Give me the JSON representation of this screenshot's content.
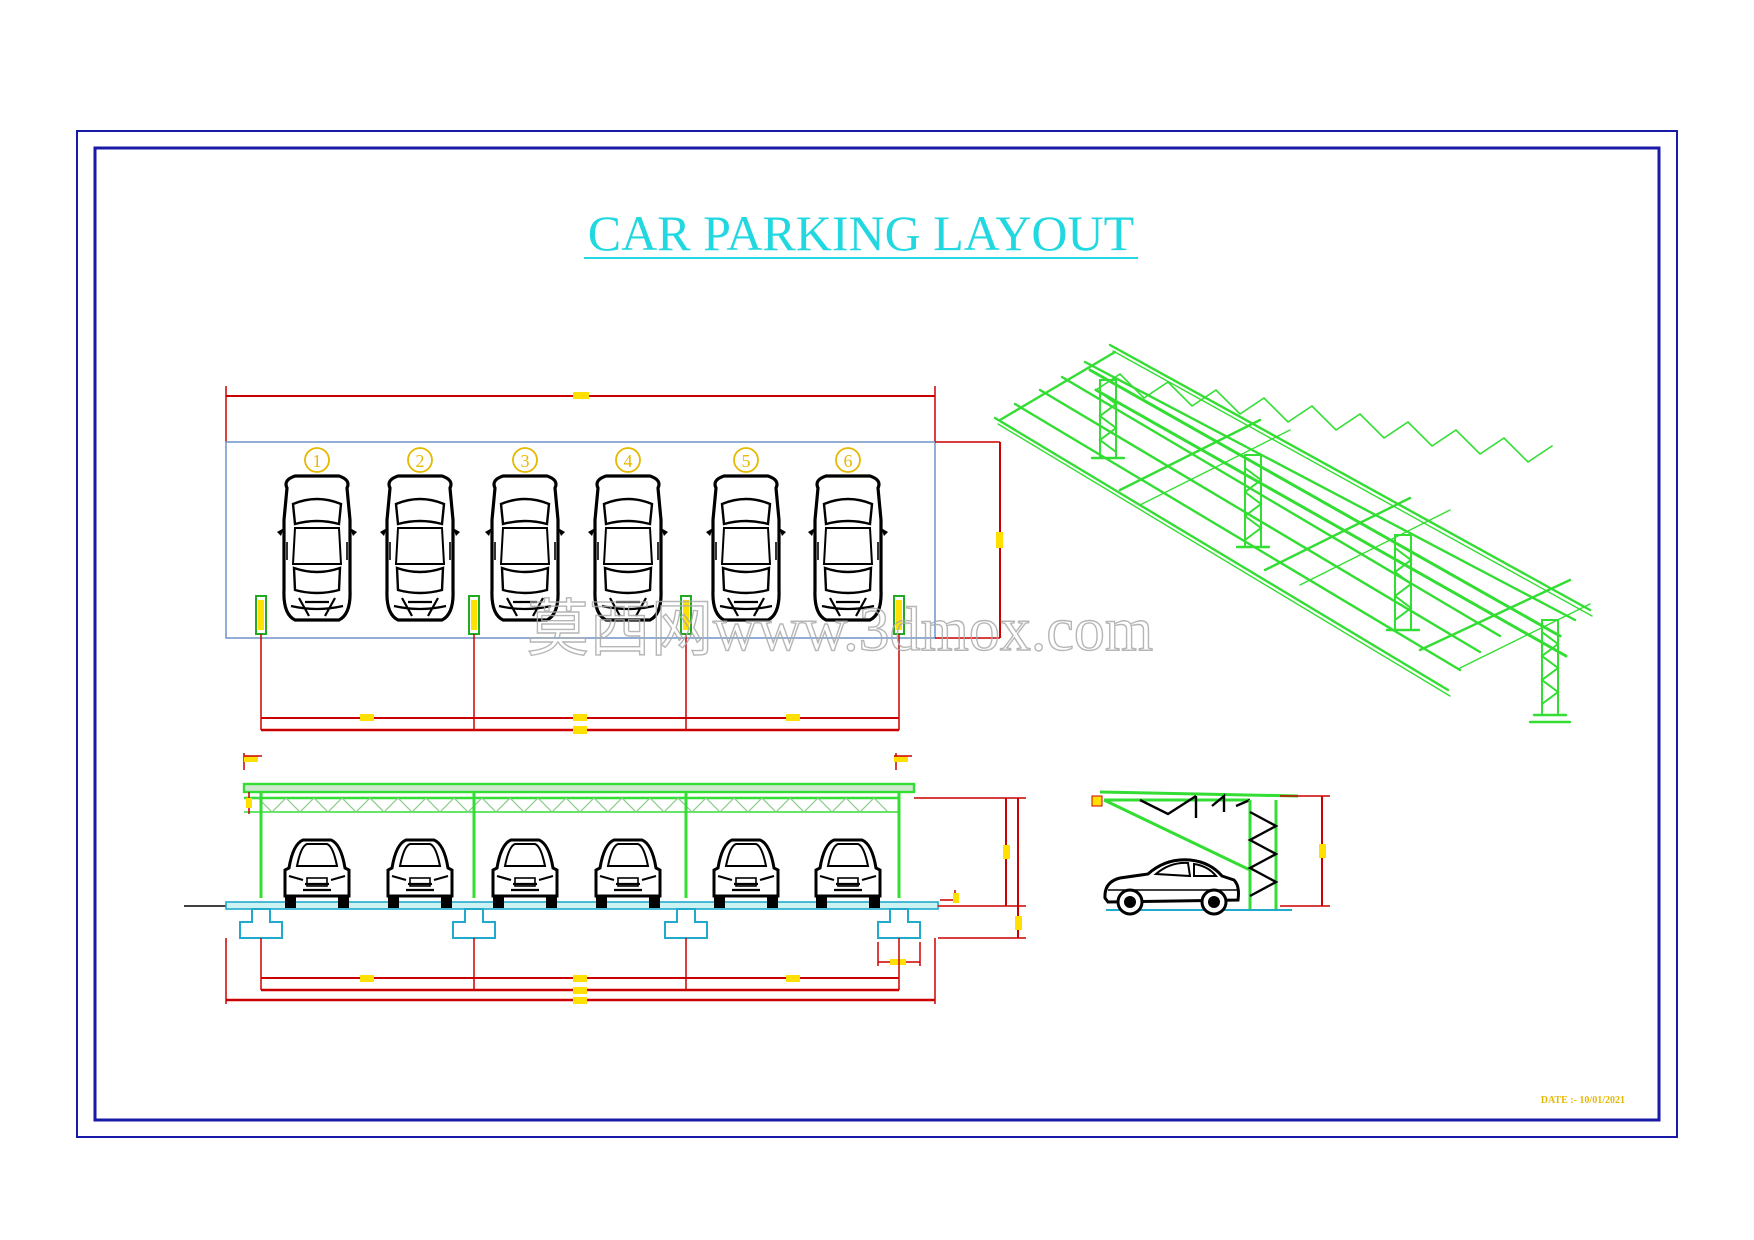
{
  "title": "CAR PARKING LAYOUT",
  "slot_numbers": [
    "1",
    "2",
    "3",
    "4",
    "5",
    "6"
  ],
  "watermark": "莫西网www.3dmox.com",
  "date_label": "DATE :- 10/01/2021",
  "colors": {
    "frame": "#1a1aa8",
    "title": "#22d8e0",
    "dimension": "#cc0000",
    "dimension_text": "#ffe000",
    "structure": "#33dd33",
    "foundation": "#22aacc",
    "slot_label": "#e6b800",
    "car": "#000000"
  },
  "views": {
    "plan": "top-plan",
    "front": "front-elevation",
    "side": "side-elevation",
    "iso": "isometric-frame"
  }
}
